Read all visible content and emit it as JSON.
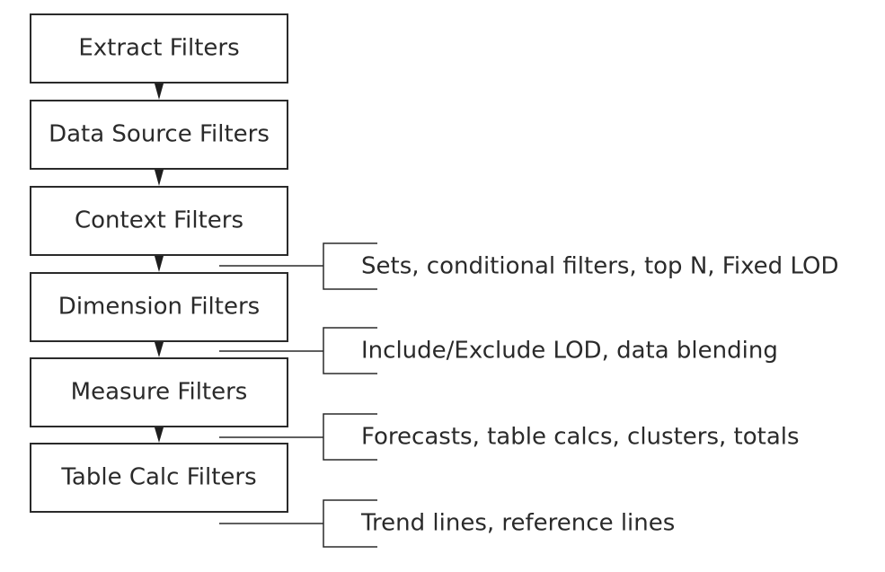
{
  "filters": [
    "Extract Filters",
    "Data Source Filters",
    "Context Filters",
    "Dimension Filters",
    "Measure Filters",
    "Table Calc Filters"
  ],
  "annotations": [
    "Sets, conditional filters, top N, Fixed LOD",
    "Include/Exclude LOD, data blending",
    "Forecasts, table calcs, clusters, totals",
    "Trend lines, reference lines"
  ]
}
